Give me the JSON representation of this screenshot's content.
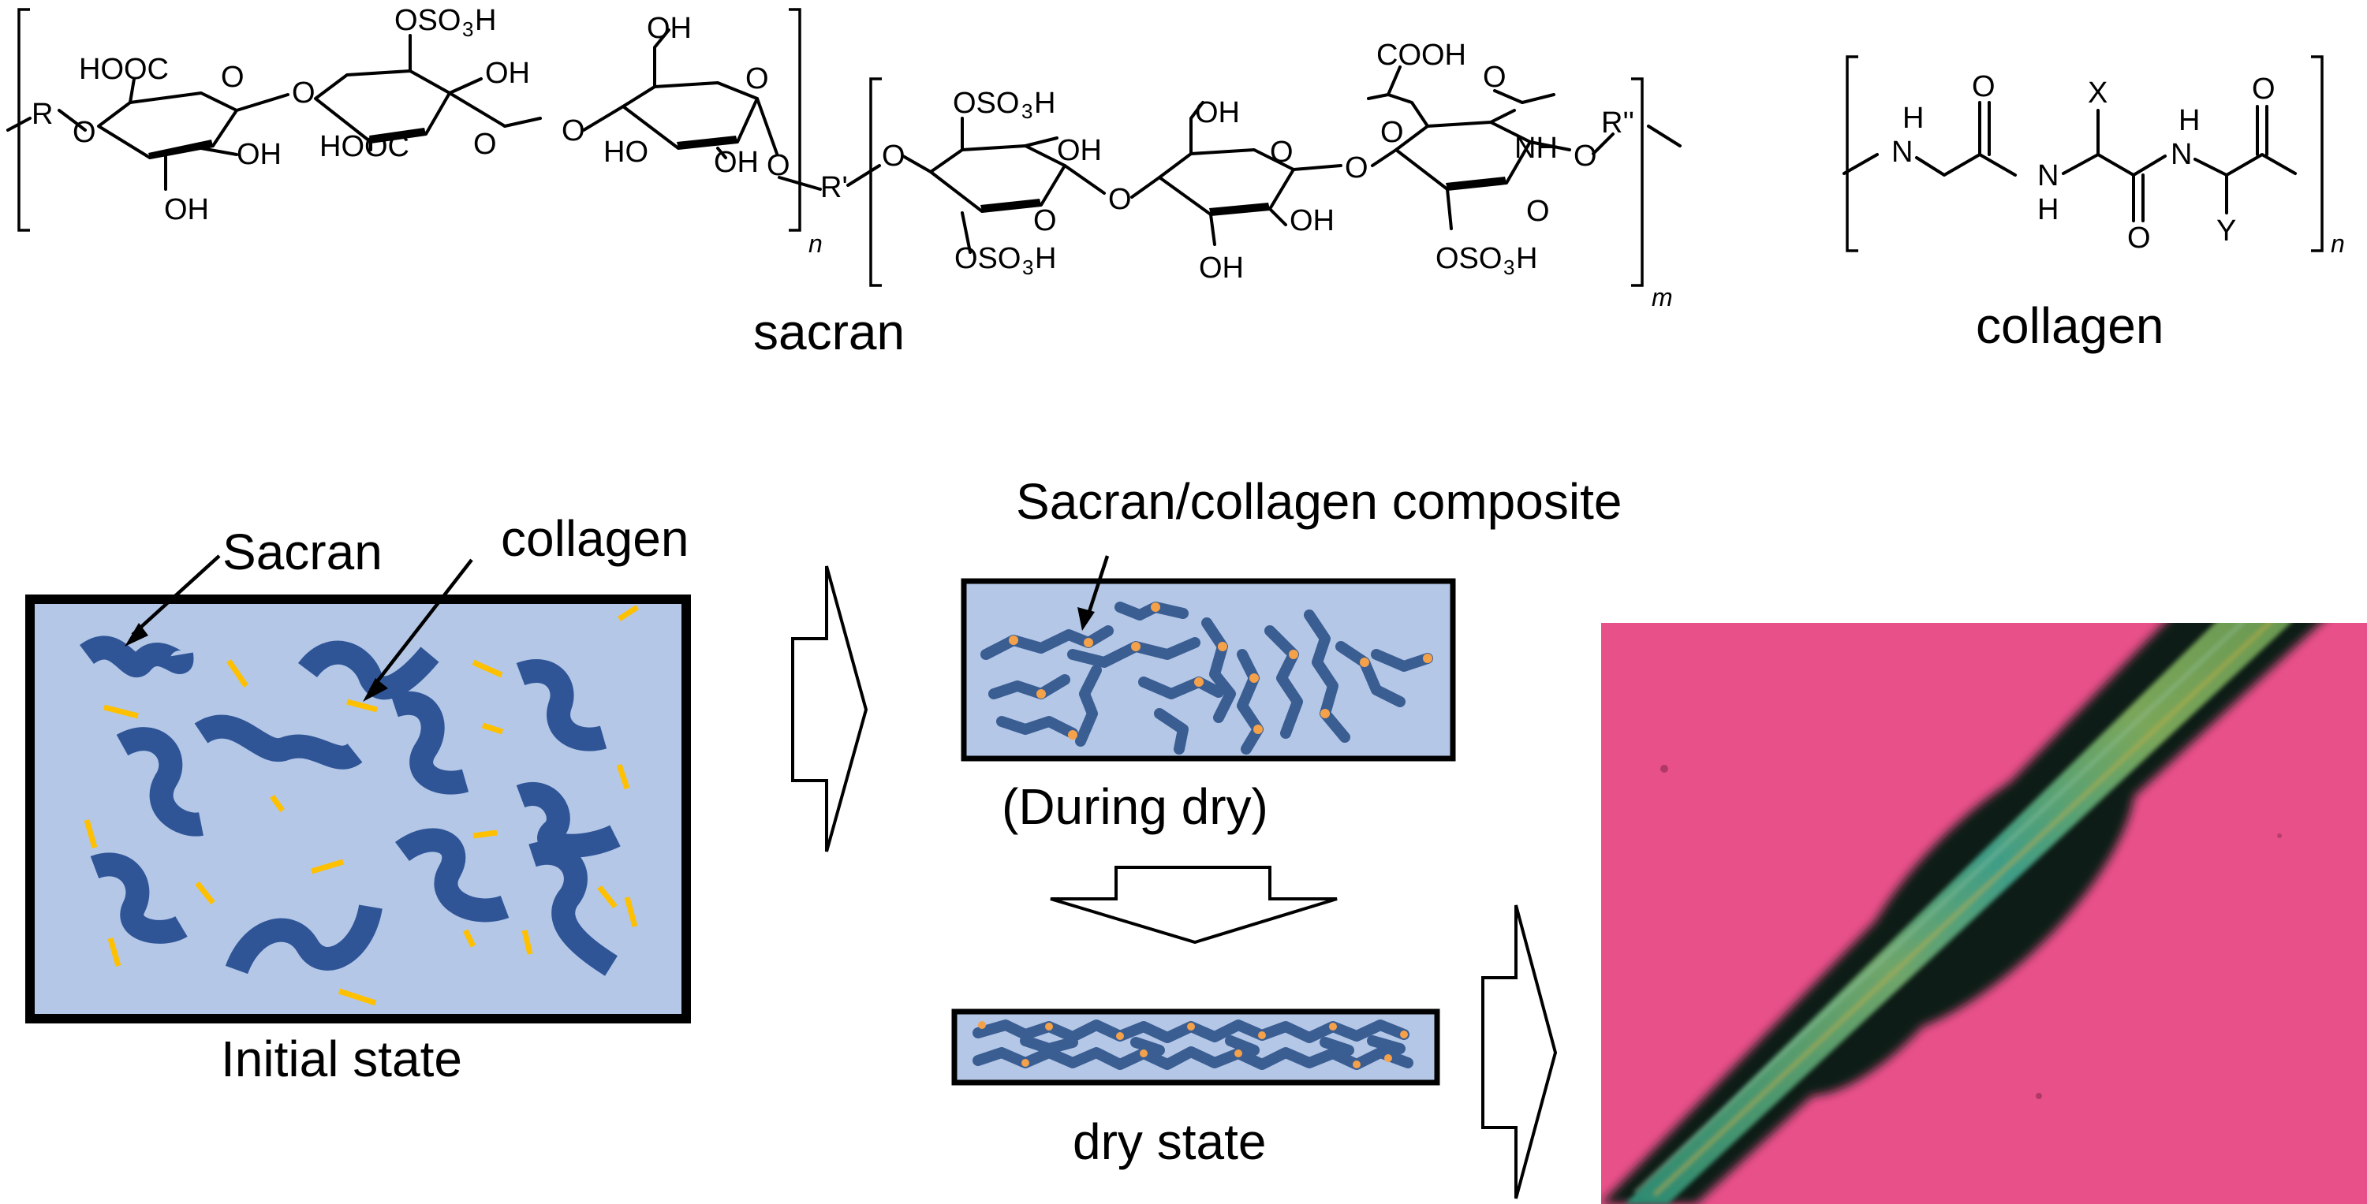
{
  "sacran": {
    "name": "sacran",
    "groups": {
      "cooh_1": "HOOC",
      "oso3h_top": "OSO",
      "oh_a": "OH",
      "oh_b": "OH",
      "oh_c": "OH",
      "cooh_2": "HOOC",
      "ho_1": "HO",
      "oh_d": "OH",
      "ohpi": "OH",
      "r": "R",
      "r_prime": "R'",
      "r_dprime": "R''",
      "n": "n",
      "m": "m",
      "oso3h_2": "OSO",
      "oso3h_3": "OSO",
      "oso3h_4": "OSO",
      "oh_e": "OH",
      "oh_f": "OH",
      "oh_g": "OH",
      "oh_h": "OH",
      "cooh_3": "COOH",
      "nh": "NH",
      "o": "O",
      "sub3": "3",
      "h": "H"
    }
  },
  "collagen": {
    "name": "collagen",
    "h": "H",
    "n_atom": "N",
    "o": "O",
    "x": "X",
    "y": "Y",
    "n": "n"
  },
  "schematic": {
    "sacran_label": "Sacran",
    "collagen_label": "collagen",
    "initial_state": "Initial state",
    "composite_label": "Sacran/collagen composite",
    "during_dry": "(During dry)",
    "dry_state": "dry state"
  },
  "colors": {
    "panel_fill": "#b4c7e7",
    "sacran_chain": "#2f5597",
    "collagen_rod": "#ffc000",
    "crosslink": "#f4a14a",
    "micrograph_background": "#e8508a",
    "fiber": "#3a7d6a"
  }
}
